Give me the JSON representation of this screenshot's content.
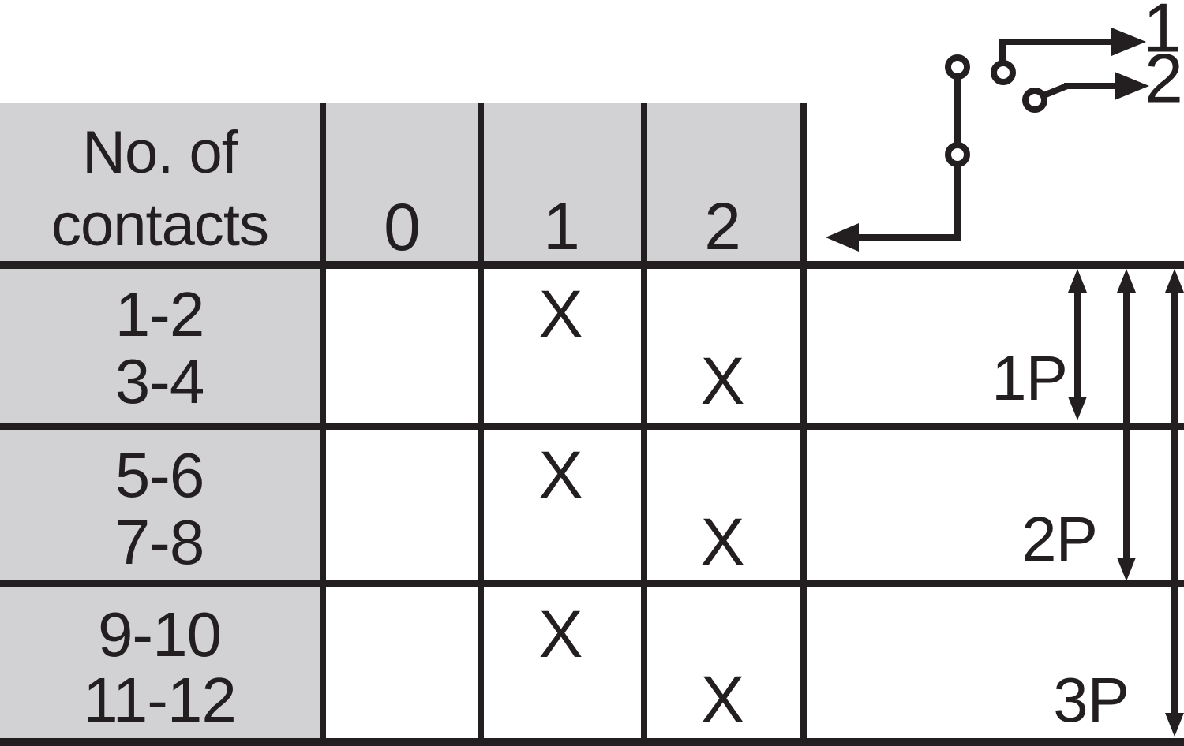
{
  "table": {
    "header_label": "No. of contacts",
    "position_columns": [
      "0",
      "1",
      "2"
    ],
    "mark_symbol": "X",
    "row_groups": [
      {
        "contacts_top": "1-2",
        "contacts_bottom": "3-4",
        "top_mark_column": "1",
        "bottom_mark_column": "2",
        "pole_label": "1P"
      },
      {
        "contacts_top": "5-6",
        "contacts_bottom": "7-8",
        "top_mark_column": "1",
        "bottom_mark_column": "2",
        "pole_label": "2P"
      },
      {
        "contacts_top": "9-10",
        "contacts_bottom": "11-12",
        "top_mark_column": "1",
        "bottom_mark_column": "2",
        "pole_label": "3P"
      }
    ]
  },
  "schematic": {
    "terminal_labels": [
      "1",
      "2"
    ]
  },
  "colors": {
    "ink": "#231f20",
    "header_shade": "#d2d2d4",
    "background": "#ffffff"
  }
}
